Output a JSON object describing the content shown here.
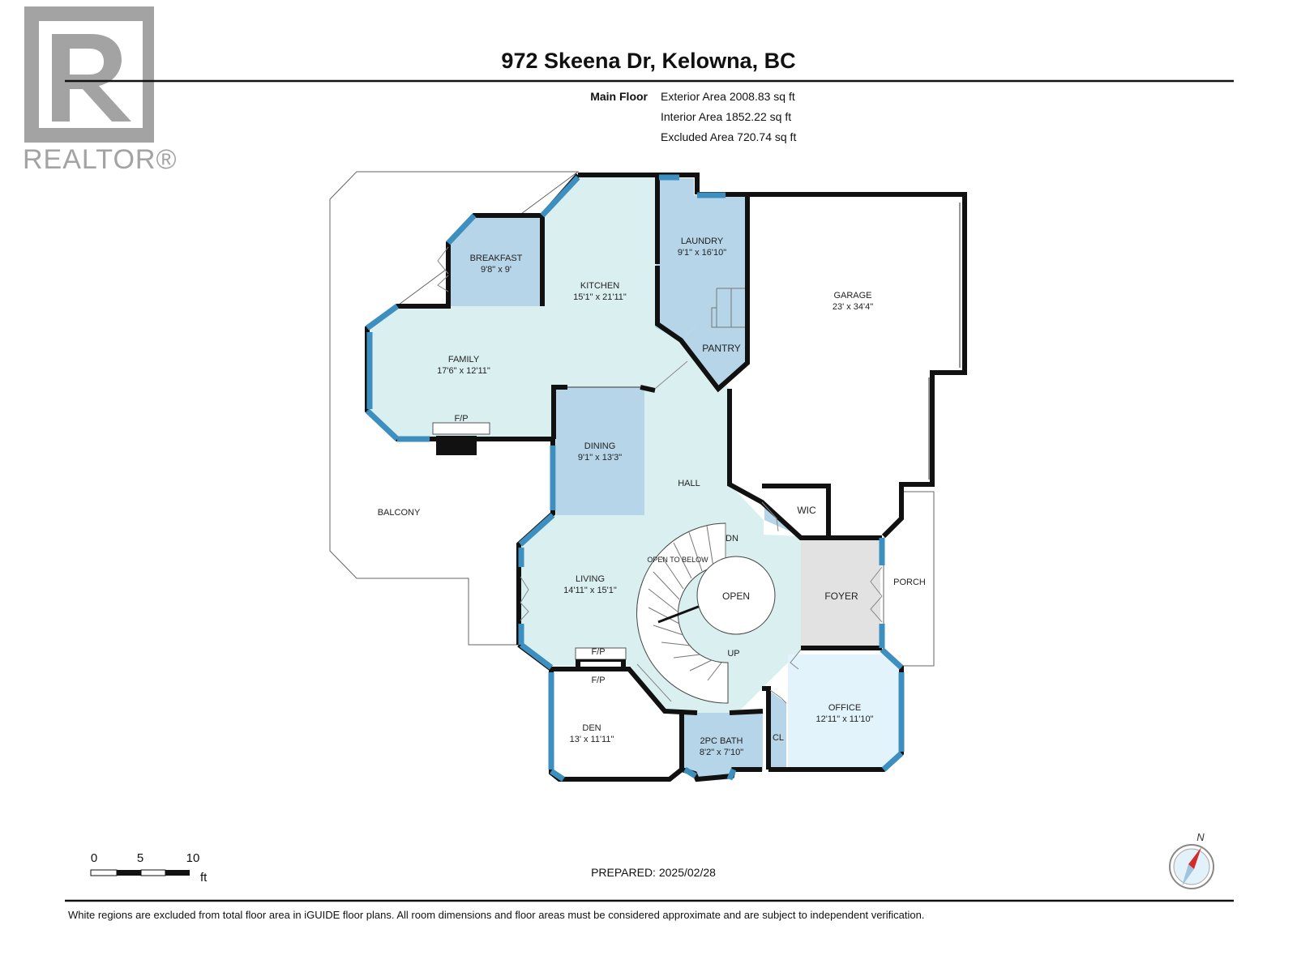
{
  "header": {
    "address": "972 Skeena Dr, Kelowna, BC",
    "floor_label": "Main Floor",
    "exterior_area": "Exterior Area 2008.83 sq ft",
    "interior_area": "Interior Area 1852.22 sq ft",
    "excluded_area": "Excluded Area 720.74 sq ft"
  },
  "logo": {
    "text": "REALTOR®"
  },
  "rooms": {
    "breakfast": {
      "name": "BREAKFAST",
      "dims": "9'8\" x 9'"
    },
    "kitchen": {
      "name": "KITCHEN",
      "dims": "15'1\" x 21'11\""
    },
    "laundry": {
      "name": "LAUNDRY",
      "dims": "9'1\" x 16'10\""
    },
    "garage": {
      "name": "GARAGE",
      "dims": "23' x 34'4\""
    },
    "pantry": {
      "name": "PANTRY"
    },
    "family": {
      "name": "FAMILY",
      "dims": "17'6\" x 12'11\""
    },
    "dining": {
      "name": "DINING",
      "dims": "9'1\" x 13'3\""
    },
    "hall": {
      "name": "HALL"
    },
    "balcony": {
      "name": "BALCONY"
    },
    "wic": {
      "name": "WIC"
    },
    "living": {
      "name": "LIVING",
      "dims": "14'11\" x 15'1\""
    },
    "foyer": {
      "name": "FOYER"
    },
    "porch": {
      "name": "PORCH"
    },
    "office": {
      "name": "OFFICE",
      "dims": "12'11\" x 11'10\""
    },
    "den": {
      "name": "DEN",
      "dims": "13' x 11'11\""
    },
    "bath": {
      "name": "2PC BATH",
      "dims": "8'2\" x 7'10\""
    },
    "closet": {
      "name": "CL"
    }
  },
  "annotations": {
    "fp_family": "F/P",
    "fp_living": "F/P",
    "fp_den": "F/P",
    "stair_down": "DN",
    "stair_up": "UP",
    "open_to_below": "OPEN TO BELOW",
    "open": "OPEN"
  },
  "scale_bar": {
    "tick_0": "0",
    "tick_5": "5",
    "tick_10": "10",
    "unit": "ft"
  },
  "prepared": "PREPARED: 2025/02/28",
  "compass": {
    "north": "N"
  },
  "footer": "White regions are excluded from total floor area in iGUIDE floor plans. All room dimensions and floor areas must be considered approximate and are subject to independent verification.",
  "colors": {
    "main_fill": "#daf0f0",
    "room_blue": "#b6d5e8",
    "foyer_gray": "#e2e2e2",
    "office_fill": "#e2f3fb",
    "window_blue": "#3d8fbf",
    "wall": "#111111",
    "logo_gray": "#a3a3a3",
    "compass_red": "#d42a2a"
  }
}
